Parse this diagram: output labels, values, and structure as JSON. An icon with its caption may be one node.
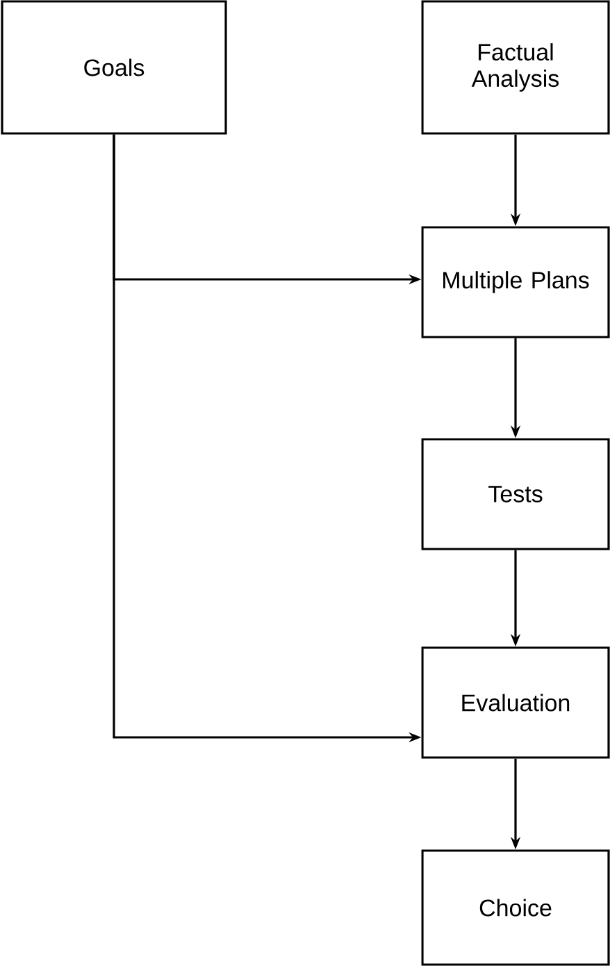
{
  "diagram": {
    "nodes": [
      {
        "text": [
          "Goals"
        ]
      },
      {
        "text": [
          "Factual Analysis"
        ]
      },
      {
        "text": [
          "Multiple Plans"
        ]
      },
      {
        "text": [
          "Tests"
        ]
      },
      {
        "text": [
          "Evaluation"
        ]
      },
      {
        "text": [
          "Choice"
        ]
      }
    ],
    "edges": [
      {
        "from": 0,
        "to": 2,
        "arrow": "to"
      },
      {
        "from": 0,
        "to": 4,
        "arrow": "to"
      },
      {
        "from": 1,
        "to": 2,
        "arrow": "to"
      },
      {
        "from": 2,
        "to": 3,
        "arrow": "to"
      },
      {
        "from": 3,
        "to": 4,
        "arrow": "to"
      },
      {
        "from": 4,
        "to": 5,
        "arrow": "to"
      }
    ]
  }
}
